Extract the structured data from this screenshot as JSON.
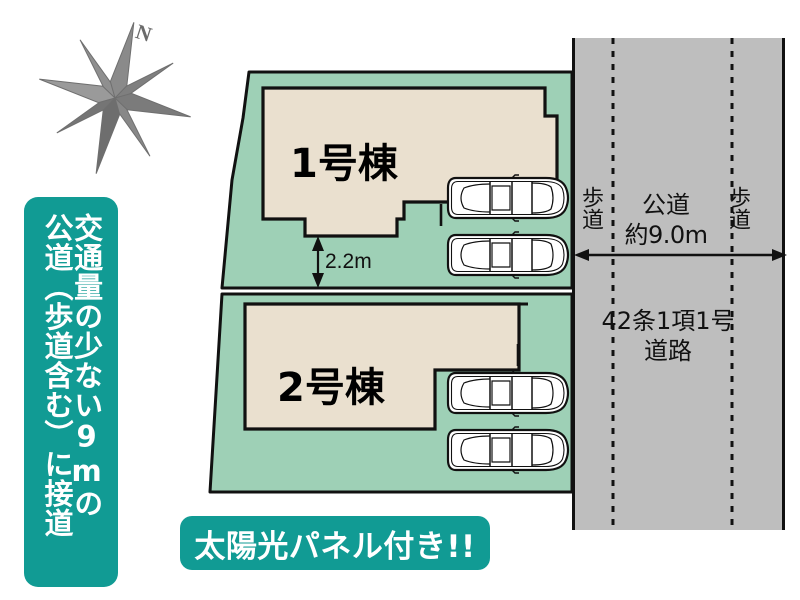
{
  "page": {
    "title": "区画図",
    "background_color": "#ffffff"
  },
  "colors": {
    "lot_green": "#9ed0b6",
    "building_beige": "#eae0cf",
    "road_gray": "#bebebe",
    "banner_teal": "#119b94",
    "outline_black": "#000000",
    "compass_gray": "#7a7a7a"
  },
  "compass": {
    "name": "compass-rose",
    "north_label": "N"
  },
  "banners": {
    "left_vertical": {
      "columns": [
        "交通量の少ない9mの",
        "公道（歩道含む）に接道"
      ],
      "full_text": "交通量の少ない9mの公道（歩道含む）に接道",
      "color": "#119b94"
    },
    "bottom": {
      "label": "太陽光パネル付き!!",
      "color": "#119b94"
    }
  },
  "lots": [
    {
      "id": "lot-1",
      "building_label": "1号棟",
      "parking_spaces": 2,
      "dimension": {
        "label": "2.2m",
        "orientation": "vertical",
        "arrow": "double-headed"
      }
    },
    {
      "id": "lot-2",
      "building_label": "2号棟",
      "parking_spaces": 2
    }
  ],
  "road": {
    "sidewalk_left_label": "歩道",
    "sidewalk_right_label": "歩道",
    "width_label_line1": "公道",
    "width_label_line2": "約9.0m",
    "width_arrow": "double-headed",
    "classification_line1": "42条1項1号",
    "classification_line2": "道路"
  }
}
